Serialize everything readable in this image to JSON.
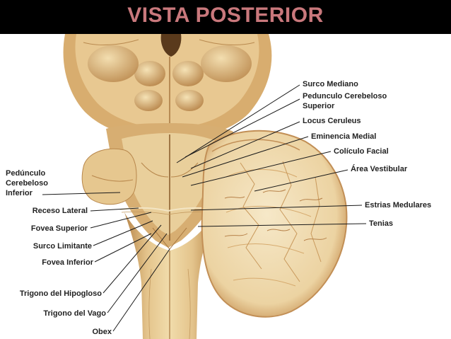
{
  "title": "VISTA POSTERIOR",
  "labels": {
    "surco_mediano": "Surco Mediano",
    "pedunculo_superior_1": "Pedunculo Cerebeloso",
    "pedunculo_superior_2": "Superior",
    "locus_ceruleus": "Locus Ceruleus",
    "eminencia_medial": "Eminencia Medial",
    "coliculo_facial": "Colículo Facial",
    "area_vestibular": "Área Vestibular",
    "estrias_medulares": "Estrias Medulares",
    "tenias": "Tenias",
    "pedunculo_inferior_1": "Pedúnculo",
    "pedunculo_inferior_2": "Cerebeloso",
    "pedunculo_inferior_3": "Inferior",
    "receso_lateral": "Receso Lateral",
    "fovea_superior": "Fovea Superior",
    "surco_limitante": "Surco Limitante",
    "fovea_inferior": "Fovea Inferior",
    "trigono_hipogloso": "Trigono del Hipogloso",
    "trigono_vago": "Trigono del Vago",
    "obex": "Obex"
  },
  "colors": {
    "title_bar": "#000000",
    "title_text": "#c9787c",
    "tissue_light": "#efd9a6",
    "tissue_mid": "#dcb47a",
    "tissue_dark": "#a8773f",
    "cerebellum_fill": "#f3e2bf",
    "cerebellum_edge": "#c28f56",
    "label_text": "#222222"
  }
}
